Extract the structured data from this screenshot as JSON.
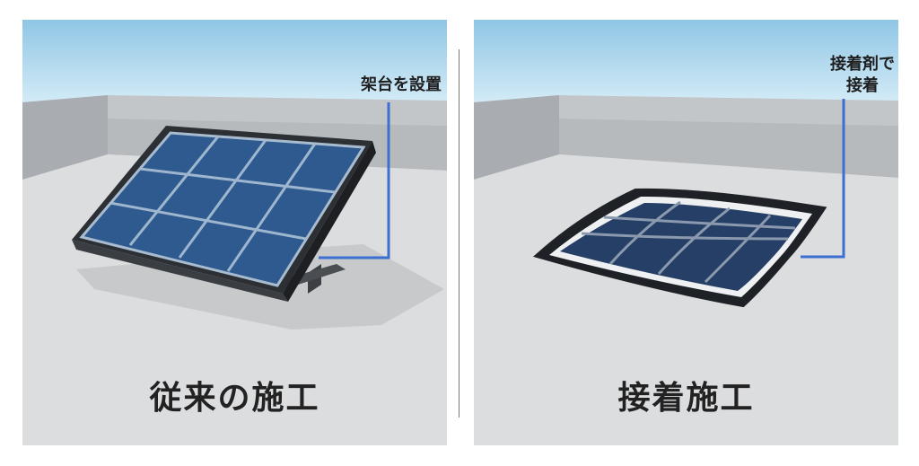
{
  "left_panel": {
    "caption": "従来の施工",
    "callout": "架台を設置"
  },
  "right_panel": {
    "caption": "接着施工",
    "callout_line1": "接着剤で",
    "callout_line2": "接着"
  },
  "colors": {
    "sky": "#9fd0ea",
    "roof": "#d8d9da",
    "panel_blue": "#2e5a8f",
    "flexible_panel_blue": "#263f66",
    "callout_line": "#3b6fd0"
  }
}
